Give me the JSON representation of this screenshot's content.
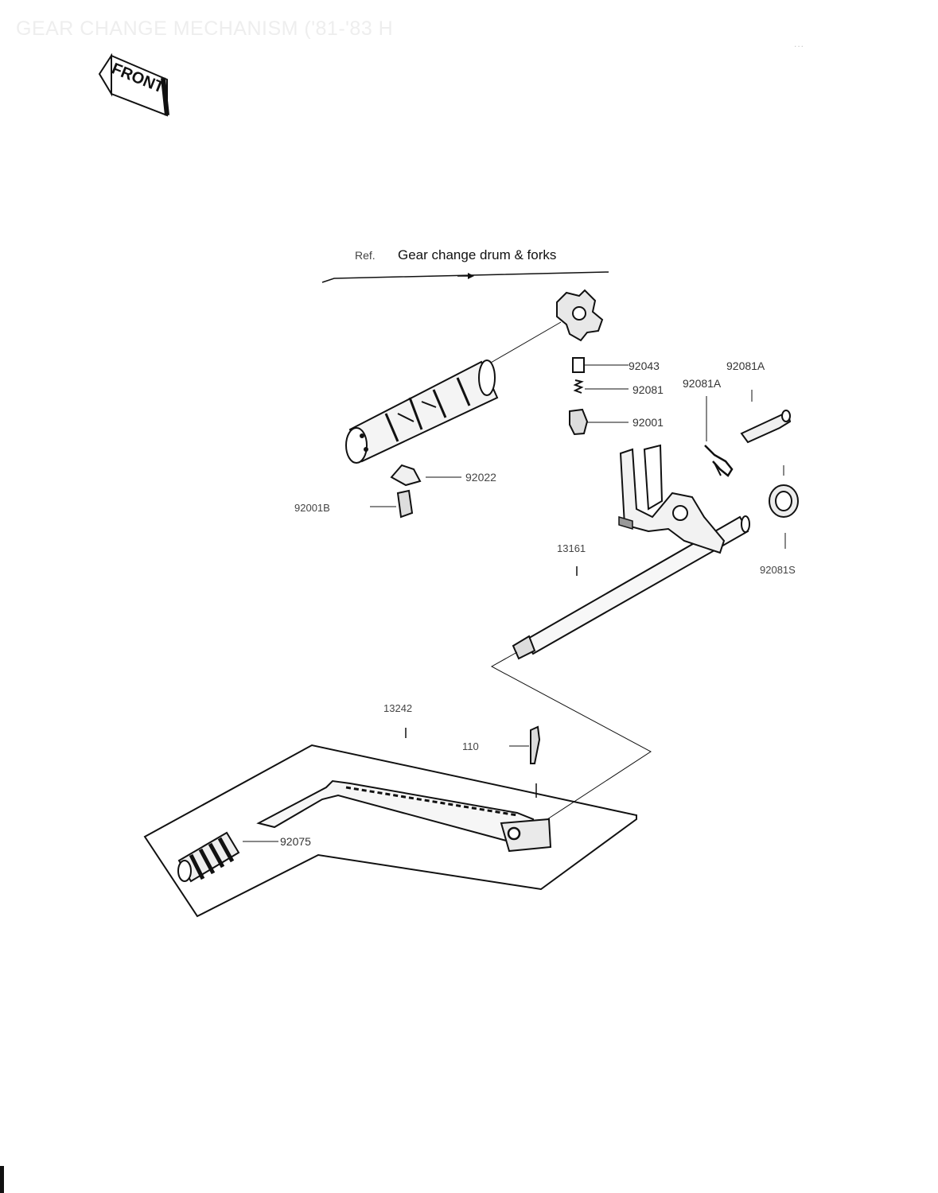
{
  "header": {
    "title": "GEAR CHANGE MECHANISM ('81-'83 H",
    "code": "..."
  },
  "front_marker": {
    "label": "FRONT",
    "icon": "front-arrow-icon"
  },
  "group": {
    "ref": "Ref.",
    "label": "Gear change drum & forks"
  },
  "parts": {
    "p92043": "92043",
    "p92081": "92081",
    "p92081a_1": "92081A",
    "p92081a_2": "92081A",
    "p92001": "92001",
    "p92022": "92022",
    "p92001b": "92001B",
    "p13161": "13161",
    "p92081s": "92081S",
    "p13242": "13242",
    "p110": "110",
    "p92075": "92075"
  }
}
